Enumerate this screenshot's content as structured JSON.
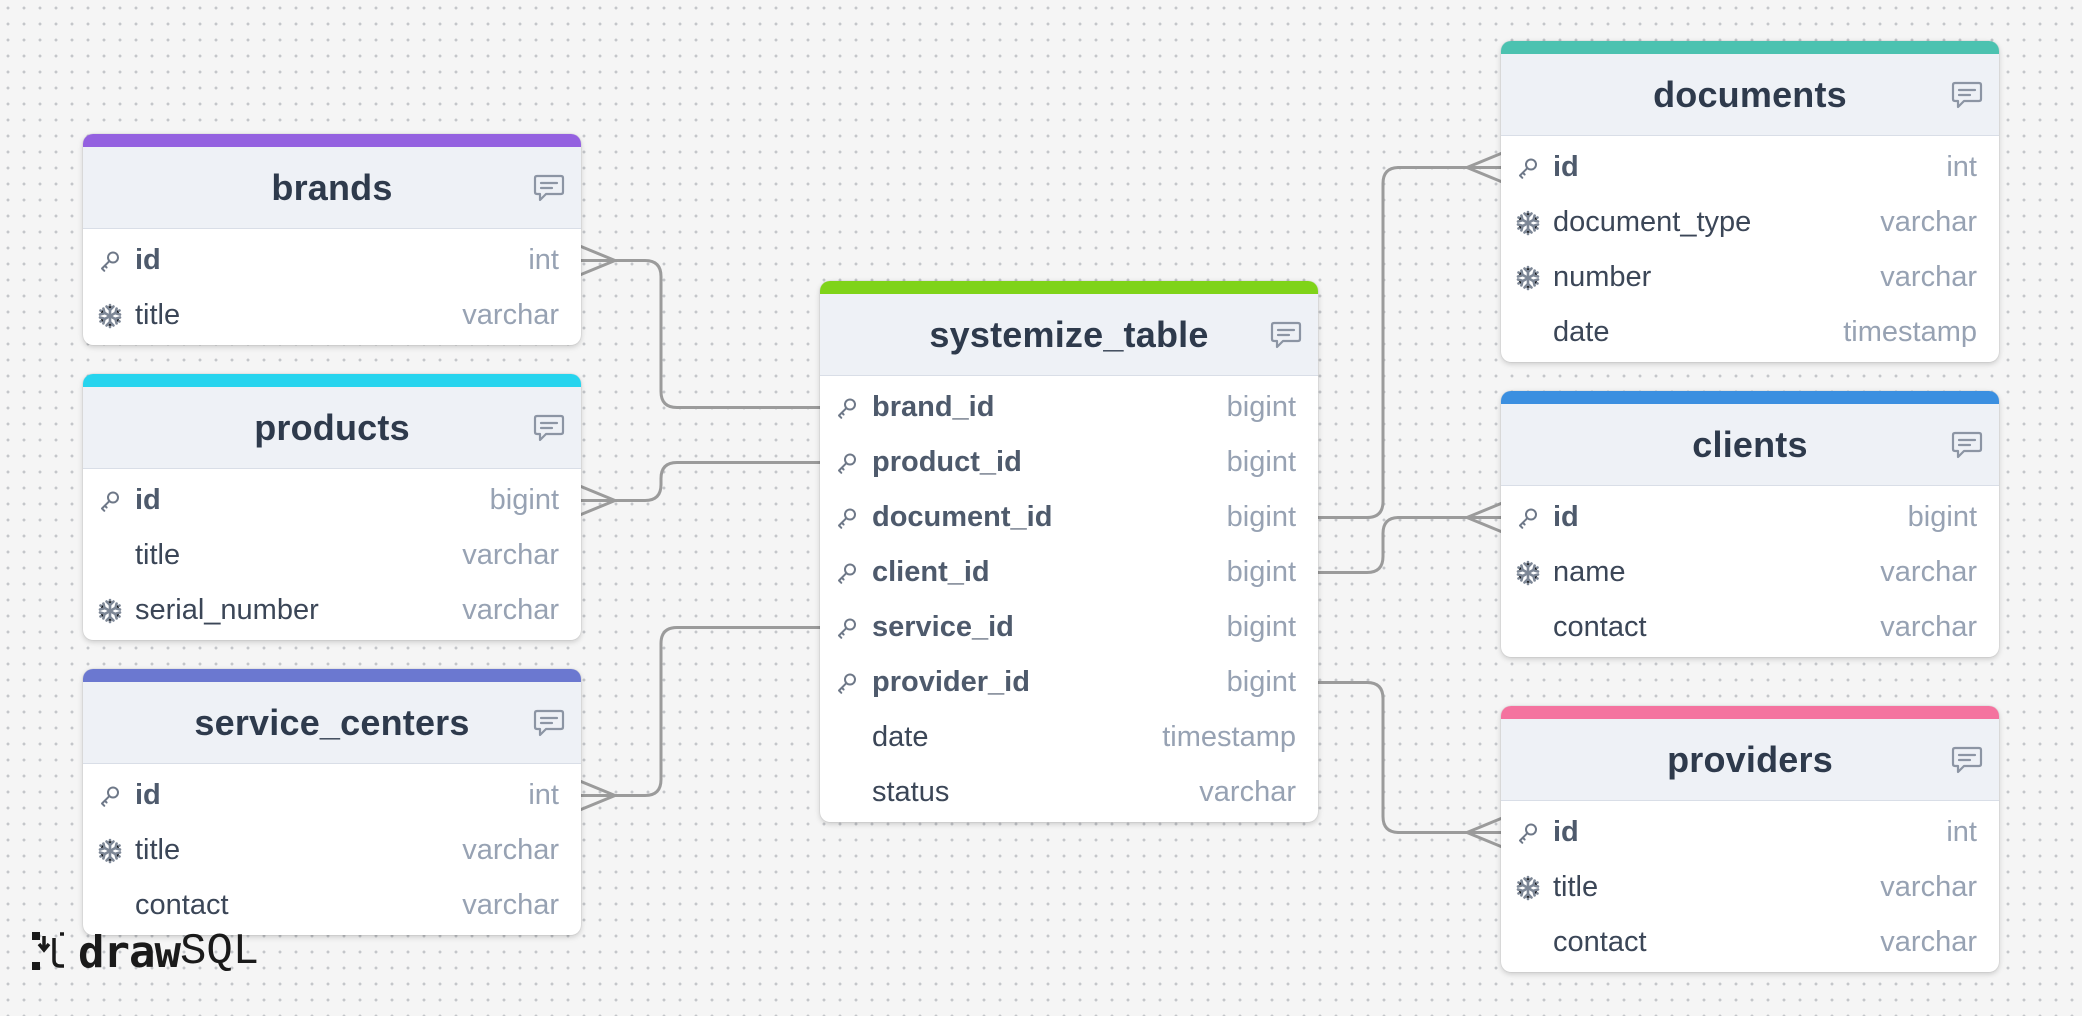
{
  "tables": [
    {
      "key": "brands",
      "title": "brands",
      "color": "#9461e0",
      "fields": [
        {
          "name": "id",
          "type": "int",
          "icon": "key-icon",
          "bold": true
        },
        {
          "name": "title",
          "type": "varchar",
          "icon": "snowflake-icon",
          "bold": false
        }
      ]
    },
    {
      "key": "products",
      "title": "products",
      "color": "#26d4ee",
      "fields": [
        {
          "name": "id",
          "type": "bigint",
          "icon": "key-icon",
          "bold": true
        },
        {
          "name": "title",
          "type": "varchar",
          "icon": "",
          "bold": false
        },
        {
          "name": "serial_number",
          "type": "varchar",
          "icon": "snowflake-icon",
          "bold": false
        }
      ]
    },
    {
      "key": "service_centers",
      "title": "service_centers",
      "color": "#6b78d0",
      "fields": [
        {
          "name": "id",
          "type": "int",
          "icon": "key-icon",
          "bold": true
        },
        {
          "name": "title",
          "type": "varchar",
          "icon": "snowflake-icon",
          "bold": false
        },
        {
          "name": "contact",
          "type": "varchar",
          "icon": "",
          "bold": false
        }
      ]
    },
    {
      "key": "systemize_table",
      "title": "systemize_table",
      "color": "#7fd319",
      "fields": [
        {
          "name": "brand_id",
          "type": "bigint",
          "icon": "key-icon",
          "bold": true
        },
        {
          "name": "product_id",
          "type": "bigint",
          "icon": "key-icon",
          "bold": true
        },
        {
          "name": "document_id",
          "type": "bigint",
          "icon": "key-icon",
          "bold": true
        },
        {
          "name": "client_id",
          "type": "bigint",
          "icon": "key-icon",
          "bold": true
        },
        {
          "name": "service_id",
          "type": "bigint",
          "icon": "key-icon",
          "bold": true
        },
        {
          "name": "provider_id",
          "type": "bigint",
          "icon": "key-icon",
          "bold": true
        },
        {
          "name": "date",
          "type": "timestamp",
          "icon": "",
          "bold": false
        },
        {
          "name": "status",
          "type": "varchar",
          "icon": "",
          "bold": false
        }
      ]
    },
    {
      "key": "documents",
      "title": "documents",
      "color": "#4cc2b0",
      "fields": [
        {
          "name": "id",
          "type": "int",
          "icon": "key-icon",
          "bold": true
        },
        {
          "name": "document_type",
          "type": "varchar",
          "icon": "snowflake-icon",
          "bold": false
        },
        {
          "name": "number",
          "type": "varchar",
          "icon": "snowflake-icon",
          "bold": false
        },
        {
          "name": "date",
          "type": "timestamp",
          "icon": "",
          "bold": false
        }
      ]
    },
    {
      "key": "clients",
      "title": "clients",
      "color": "#3b8fe0",
      "fields": [
        {
          "name": "id",
          "type": "bigint",
          "icon": "key-icon",
          "bold": true
        },
        {
          "name": "name",
          "type": "varchar",
          "icon": "snowflake-icon",
          "bold": false
        },
        {
          "name": "contact",
          "type": "varchar",
          "icon": "",
          "bold": false
        }
      ]
    },
    {
      "key": "providers",
      "title": "providers",
      "color": "#f4739f",
      "fields": [
        {
          "name": "id",
          "type": "int",
          "icon": "key-icon",
          "bold": true
        },
        {
          "name": "title",
          "type": "varchar",
          "icon": "snowflake-icon",
          "bold": false
        },
        {
          "name": "contact",
          "type": "varchar",
          "icon": "",
          "bold": false
        }
      ]
    }
  ],
  "relations": [
    {
      "from": "systemize_table.brand_id",
      "to": "brands.id",
      "cardinality": "many"
    },
    {
      "from": "systemize_table.product_id",
      "to": "products.id",
      "cardinality": "many"
    },
    {
      "from": "systemize_table.service_id",
      "to": "service_centers.id",
      "cardinality": "many"
    },
    {
      "from": "systemize_table.document_id",
      "to": "documents.id",
      "cardinality": "many"
    },
    {
      "from": "systemize_table.client_id",
      "to": "clients.id",
      "cardinality": "many"
    },
    {
      "from": "systemize_table.provider_id",
      "to": "providers.id",
      "cardinality": "many"
    }
  ],
  "logo": {
    "part1": "draw",
    "part2": "SQL"
  },
  "colors": {
    "connector": "#9b9b9b",
    "header_bg": "#eef1f6",
    "type_text": "#97a2b3"
  }
}
